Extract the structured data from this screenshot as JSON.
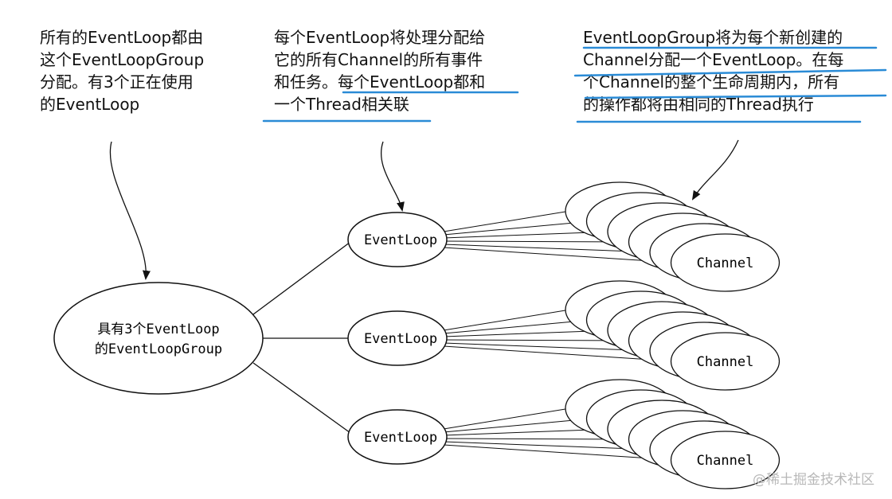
{
  "annotations": {
    "left": [
      "所有的EventLoop都由",
      "这个EventLoopGroup",
      "分配。有3个正在使用",
      "的EventLoop"
    ],
    "middle": [
      "每个EventLoop将处理分配给",
      "它的所有Channel的所有事件",
      "和任务。每个EventLoop都和",
      "一个Thread相关联"
    ],
    "right": [
      "EventLoopGroup将为每个新创建的",
      "Channel分配一个EventLoop。在每",
      "个Channel的整个生命周期内，所有",
      "的操作都将由相同的Thread执行"
    ]
  },
  "group_node": {
    "line1": "具有3个EventLoop",
    "line2": "的EventLoopGroup"
  },
  "event_loops": [
    {
      "label": "EventLoop",
      "channel_label": "Channel"
    },
    {
      "label": "EventLoop",
      "channel_label": "Channel"
    },
    {
      "label": "EventLoop",
      "channel_label": "Channel"
    }
  ],
  "channels_per_loop": 6,
  "highlight_color": "#2a8bd6",
  "watermark": "@稀土掘金技术社区"
}
